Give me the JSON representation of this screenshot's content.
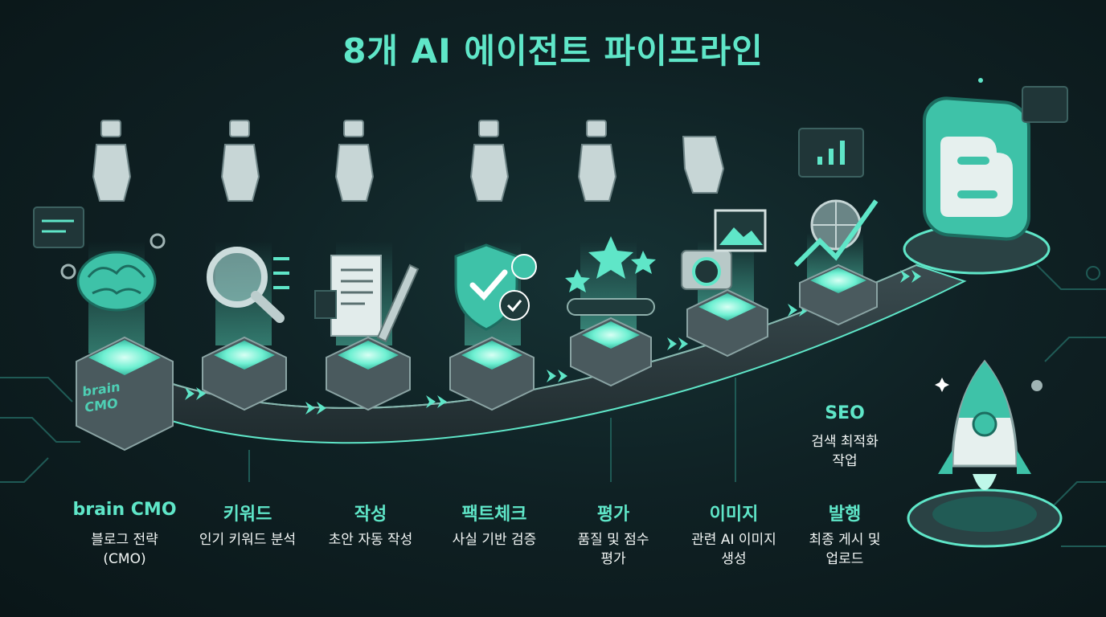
{
  "title": "8개 AI 에이전트 파이프라인",
  "brain_box_text": "brain\nCMO",
  "stages": [
    {
      "label": "brain CMO",
      "desc": [
        "블로그 전략",
        "(CMO)"
      ],
      "icon": "brain-icon"
    },
    {
      "label": "키워드",
      "desc": [
        "인기 키워드 분석"
      ],
      "icon": "magnifier-icon"
    },
    {
      "label": "작성",
      "desc": [
        "초안 자동 작성"
      ],
      "icon": "document-pen-icon"
    },
    {
      "label": "팩트체크",
      "desc": [
        "사실 기반 검증"
      ],
      "icon": "shield-check-icon"
    },
    {
      "label": "평가",
      "desc": [
        "품질 및 점수",
        "평가"
      ],
      "icon": "stars-rating-icon"
    },
    {
      "label": "이미지",
      "desc": [
        "관련 AI 이미지",
        "생성"
      ],
      "icon": "camera-image-icon"
    },
    {
      "label": "SEO",
      "desc": [
        "검색 최적화",
        "작업"
      ],
      "icon": "globe-chart-icon"
    },
    {
      "label": "발행",
      "desc": [
        "최종 게시 및",
        "업로드"
      ],
      "icon": "rocket-icon"
    }
  ],
  "colors": {
    "accent": "#5fe6c8",
    "background": "#0f2124",
    "platform": "#4a5a5e"
  },
  "final_logo_icon": "blogger-logo-icon"
}
